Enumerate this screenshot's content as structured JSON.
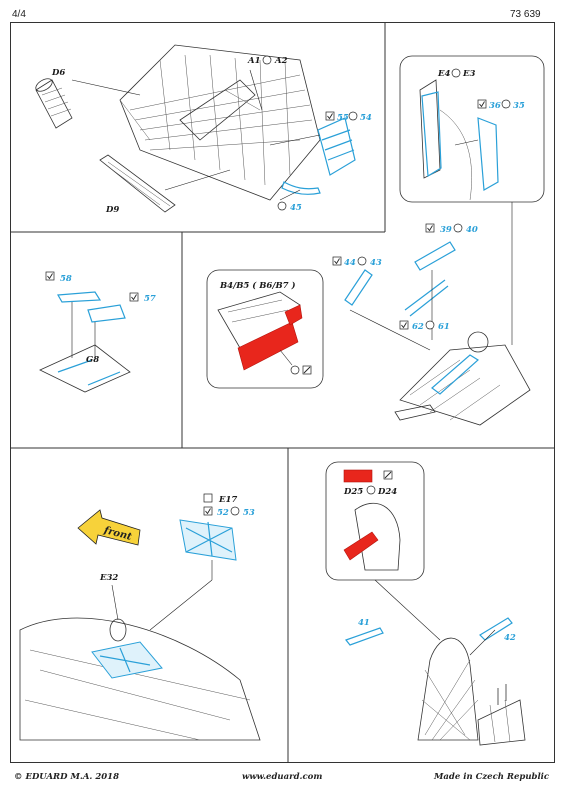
{
  "header": {
    "page": "4/4",
    "catalog": "73 639"
  },
  "footer": {
    "copyright": "© EDUARD  M.A. 2018",
    "website": "www.eduard.com",
    "origin": "Made in Czech Republic"
  },
  "panels": {
    "top_left": {
      "part_d6": "D6",
      "part_a1": "A1",
      "part_a2": "A2",
      "step_55": "55",
      "step_54": "54",
      "part_d9": "D9",
      "step_45": "45"
    },
    "top_right": {
      "part_e4": "E4",
      "part_e3": "E3",
      "step_36": "36",
      "step_35": "35"
    },
    "middle_left": {
      "step_58": "58",
      "step_57": "57",
      "part_g8": "G8"
    },
    "middle_right": {
      "inset_title": "B4/B5 ( B6/B7 )",
      "step_44": "44",
      "step_43": "43",
      "step_39": "39",
      "step_40": "40",
      "step_62": "62",
      "step_61": "61"
    },
    "bottom_left": {
      "front_label": "front",
      "part_e17": "E17",
      "step_52": "52",
      "step_53": "53",
      "part_e32": "E32"
    },
    "bottom_right": {
      "part_d25": "D25",
      "part_d24": "D24",
      "step_41": "41",
      "step_42": "42"
    }
  },
  "colors": {
    "photoetch": "#2aa0d8",
    "mask": "#e8261c",
    "line": "#333333"
  }
}
